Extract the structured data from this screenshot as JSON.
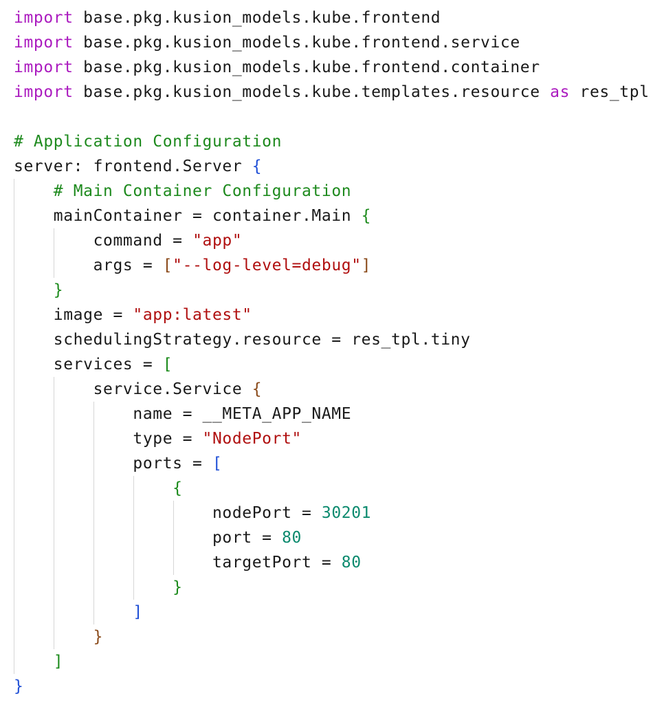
{
  "editor": {
    "colors": {
      "keyword": "#ab1bbf",
      "comment": "#1e8a1e",
      "string": "#b01010",
      "number": "#0c8a6e",
      "text": "#1a1a1a",
      "bracket_blue": "#1f4fd6",
      "bracket_green": "#1b8a1b",
      "bracket_brown": "#8a4a1a",
      "indent_guide": "#d6d6d6"
    },
    "lines": [
      [
        {
          "t": "import",
          "c": "kw"
        },
        {
          "t": " base.pkg.kusion_models.kube.frontend",
          "c": "plain"
        }
      ],
      [
        {
          "t": "import",
          "c": "kw"
        },
        {
          "t": " base.pkg.kusion_models.kube.frontend.service",
          "c": "plain"
        }
      ],
      [
        {
          "t": "import",
          "c": "kw"
        },
        {
          "t": " base.pkg.kusion_models.kube.frontend.container",
          "c": "plain"
        }
      ],
      [
        {
          "t": "import",
          "c": "kw"
        },
        {
          "t": " base.pkg.kusion_models.kube.templates.resource ",
          "c": "plain"
        },
        {
          "t": "as",
          "c": "kw"
        },
        {
          "t": " res_tpl",
          "c": "plain"
        }
      ],
      [],
      [
        {
          "t": "# Application Configuration",
          "c": "cmt"
        }
      ],
      [
        {
          "t": "server: frontend.Server ",
          "c": "plain"
        },
        {
          "t": "{",
          "c": "bb"
        }
      ],
      [
        {
          "t": "    ",
          "c": "plain"
        },
        {
          "t": "# Main Container Configuration",
          "c": "cmt"
        }
      ],
      [
        {
          "t": "    mainContainer = container.Main ",
          "c": "plain"
        },
        {
          "t": "{",
          "c": "bg"
        }
      ],
      [
        {
          "t": "        command = ",
          "c": "plain"
        },
        {
          "t": "\"app\"",
          "c": "str"
        }
      ],
      [
        {
          "t": "        args = ",
          "c": "plain"
        },
        {
          "t": "[",
          "c": "bo"
        },
        {
          "t": "\"--log-level=debug\"",
          "c": "str"
        },
        {
          "t": "]",
          "c": "bo"
        }
      ],
      [
        {
          "t": "    ",
          "c": "plain"
        },
        {
          "t": "}",
          "c": "bg"
        }
      ],
      [
        {
          "t": "    image = ",
          "c": "plain"
        },
        {
          "t": "\"app:latest\"",
          "c": "str"
        }
      ],
      [
        {
          "t": "    schedulingStrategy.resource = res_tpl.tiny",
          "c": "plain"
        }
      ],
      [
        {
          "t": "    services = ",
          "c": "plain"
        },
        {
          "t": "[",
          "c": "bg"
        }
      ],
      [
        {
          "t": "        service.Service ",
          "c": "plain"
        },
        {
          "t": "{",
          "c": "bo"
        }
      ],
      [
        {
          "t": "            name = __META_APP_NAME",
          "c": "plain"
        }
      ],
      [
        {
          "t": "            type = ",
          "c": "plain"
        },
        {
          "t": "\"NodePort\"",
          "c": "str"
        }
      ],
      [
        {
          "t": "            ports = ",
          "c": "plain"
        },
        {
          "t": "[",
          "c": "bb"
        }
      ],
      [
        {
          "t": "                ",
          "c": "plain"
        },
        {
          "t": "{",
          "c": "bg"
        }
      ],
      [
        {
          "t": "                    nodePort = ",
          "c": "plain"
        },
        {
          "t": "30201",
          "c": "num"
        }
      ],
      [
        {
          "t": "                    port = ",
          "c": "plain"
        },
        {
          "t": "80",
          "c": "num"
        }
      ],
      [
        {
          "t": "                    targetPort = ",
          "c": "plain"
        },
        {
          "t": "80",
          "c": "num"
        }
      ],
      [
        {
          "t": "                ",
          "c": "plain"
        },
        {
          "t": "}",
          "c": "bg"
        }
      ],
      [
        {
          "t": "            ",
          "c": "plain"
        },
        {
          "t": "]",
          "c": "bb"
        }
      ],
      [
        {
          "t": "        ",
          "c": "plain"
        },
        {
          "t": "}",
          "c": "bo"
        }
      ],
      [
        {
          "t": "    ",
          "c": "plain"
        },
        {
          "t": "]",
          "c": "bg"
        }
      ],
      [
        {
          "t": "}",
          "c": "bb"
        }
      ]
    ]
  }
}
